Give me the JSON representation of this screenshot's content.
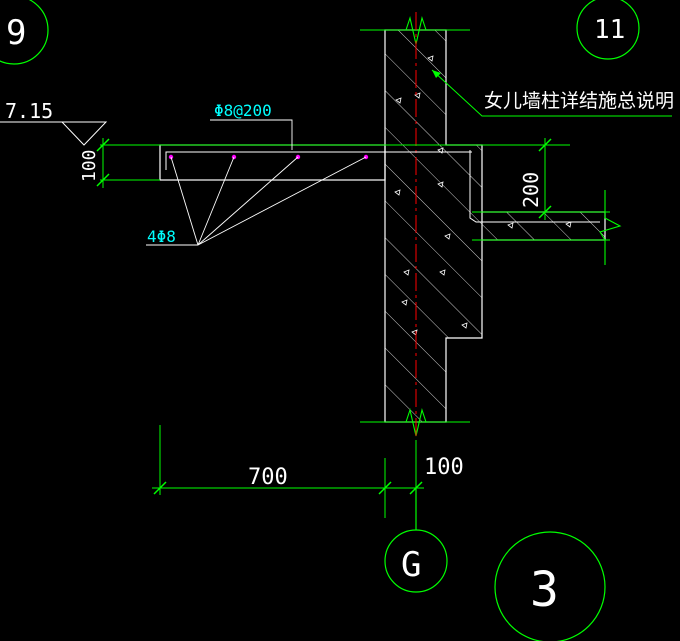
{
  "drawing": {
    "grid_bubbles": {
      "top_left": "9",
      "top_right": "11",
      "bottom_axis": "G",
      "detail_number": "3"
    },
    "elevation": "7.15",
    "slab_thickness": "100",
    "top_rebar": "Φ8@200",
    "bottom_rebar": "4Φ8",
    "callout_note": "女儿墙柱详结施总说明",
    "beam_depth": "200",
    "overhang_width": "700",
    "wall_offset": "100"
  },
  "colors": {
    "background": "#000000",
    "outline": "#ffffff",
    "dimension": "#00ff00",
    "rebar_text": "#00ffff",
    "center_line": "#ff0000",
    "rebar_dot": "#ff00ff"
  }
}
